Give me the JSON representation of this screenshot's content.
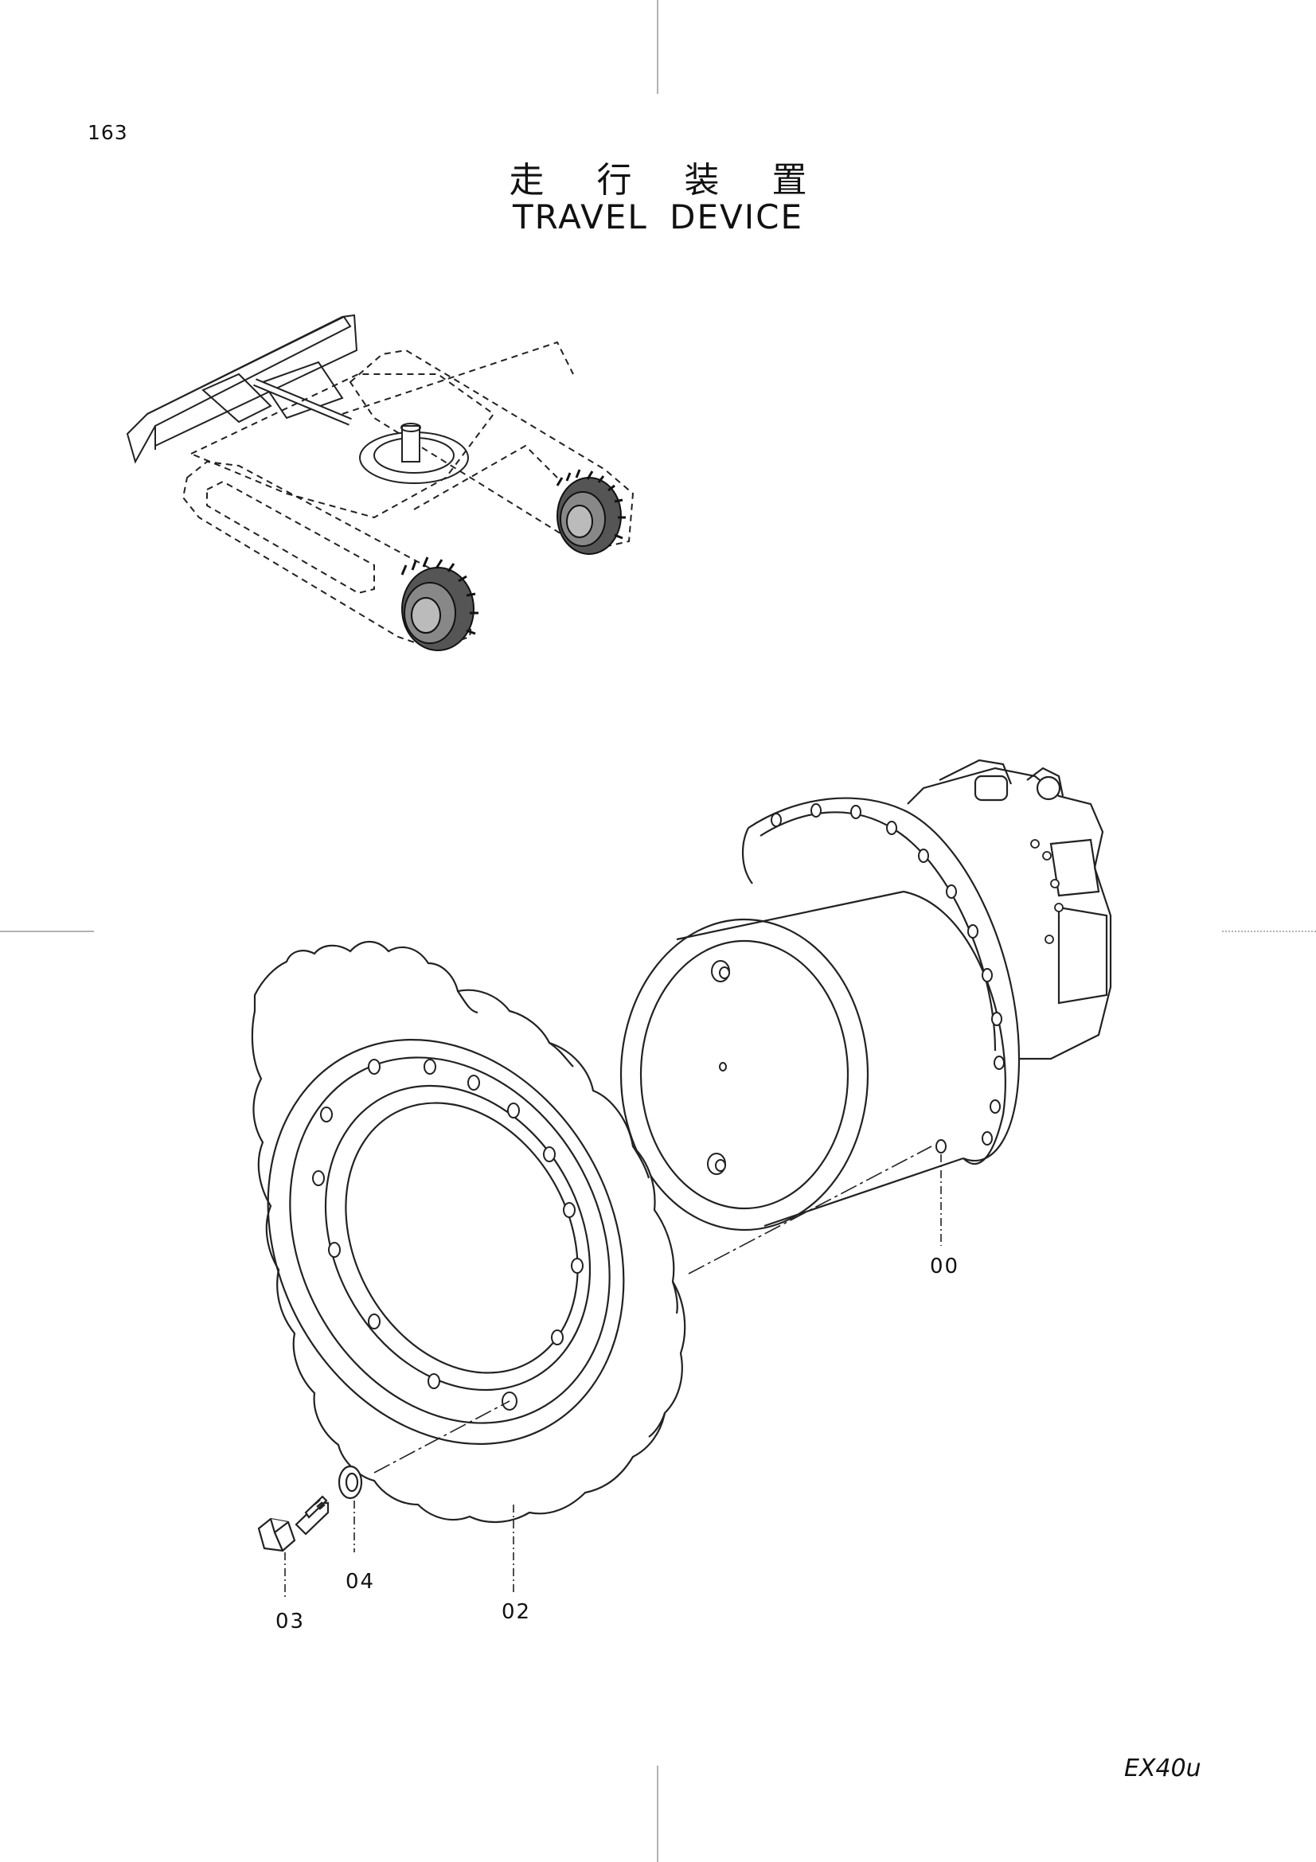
{
  "page_number": "163",
  "title": {
    "japanese": "走 行 装 置",
    "english": "TRAVEL DEVICE"
  },
  "model": "EX40u",
  "callouts": [
    {
      "id": "c00",
      "label": "00"
    },
    {
      "id": "c02",
      "label": "02"
    },
    {
      "id": "c03",
      "label": "03"
    },
    {
      "id": "c04",
      "label": "04"
    }
  ]
}
